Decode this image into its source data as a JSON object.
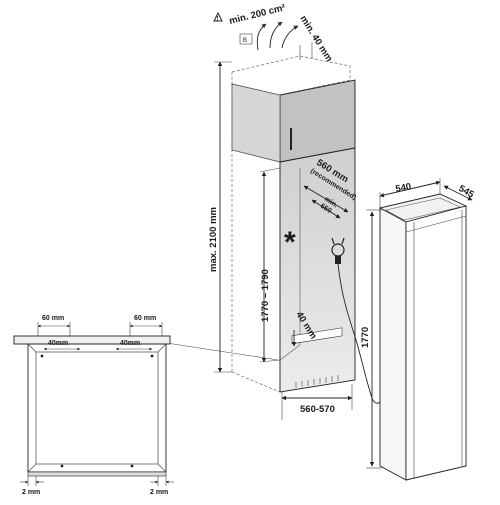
{
  "labels": {
    "vent_area": "min. 200 cm²",
    "top_gap": "min. 40 mm",
    "max_height": "max. 2100 mm",
    "niche_height": "1770 – 1790",
    "niche_depth": "560 mm",
    "niche_depth_note": "(recommended)",
    "min_depth": "min.",
    "min_depth_value": "550",
    "bottom_gap": "40 mm",
    "niche_width": "560-570",
    "asterisk": "*",
    "app_width": "540",
    "app_depth": "545",
    "app_height": "1770",
    "detail_left_top": "60 mm",
    "detail_right_top": "60 mm",
    "detail_left_inner": "40mm",
    "detail_right_inner": "40mm",
    "detail_left_bottom": "2 mm",
    "detail_right_bottom": "2 mm"
  },
  "colors": {
    "cabinet_top": "#b8b8b8",
    "niche": "#e6e6e6",
    "lines": "#222222"
  }
}
